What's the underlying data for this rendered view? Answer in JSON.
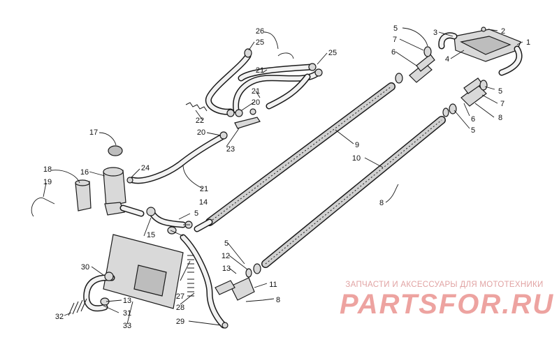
{
  "diagram": {
    "callouts": [
      "1",
      "2",
      "3",
      "4",
      "5",
      "6",
      "7",
      "8",
      "9",
      "10",
      "11",
      "12",
      "13",
      "14",
      "15",
      "16",
      "17",
      "18",
      "19",
      "20",
      "21",
      "22",
      "23",
      "24",
      "25",
      "26",
      "27",
      "28",
      "29",
      "30",
      "31",
      "32",
      "33"
    ]
  },
  "watermark": {
    "caption": "ЗАПЧАСТИ И АКСЕССУАРЫ ДЛЯ МОТОТЕХНИКИ",
    "logo_text": "PARTSFOR.RU",
    "color": "#d8342f"
  }
}
